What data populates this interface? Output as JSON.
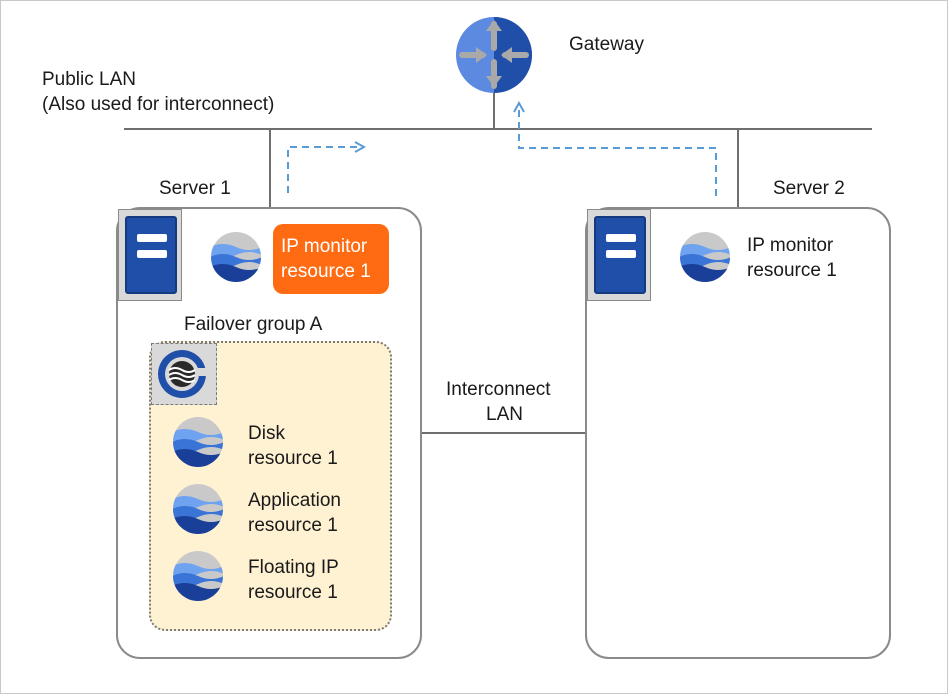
{
  "gateway": {
    "label": "Gateway"
  },
  "public_lan": {
    "line1": "Public LAN",
    "line2": "(Also used for interconnect)"
  },
  "server1": {
    "label": "Server 1",
    "ip_monitor": {
      "line1": "IP monitor",
      "line2": "resource 1"
    },
    "group": {
      "label": "Failover group A",
      "resources": [
        {
          "line1": "Disk",
          "line2": "resource 1"
        },
        {
          "line1": "Application",
          "line2": "resource 1"
        },
        {
          "line1": "Floating IP",
          "line2": "resource 1"
        }
      ]
    }
  },
  "server2": {
    "label": "Server 2",
    "ip_monitor": {
      "line1": "IP monitor",
      "line2": "resource 1"
    }
  },
  "interconnect": {
    "line1": "Interconnect",
    "line2": "LAN"
  },
  "colors": {
    "active_monitor": "#ff6b12",
    "flow_arrow": "#5b9bd5",
    "group_fill": "#fff2d3",
    "server_icon": "#1f4fa8"
  }
}
